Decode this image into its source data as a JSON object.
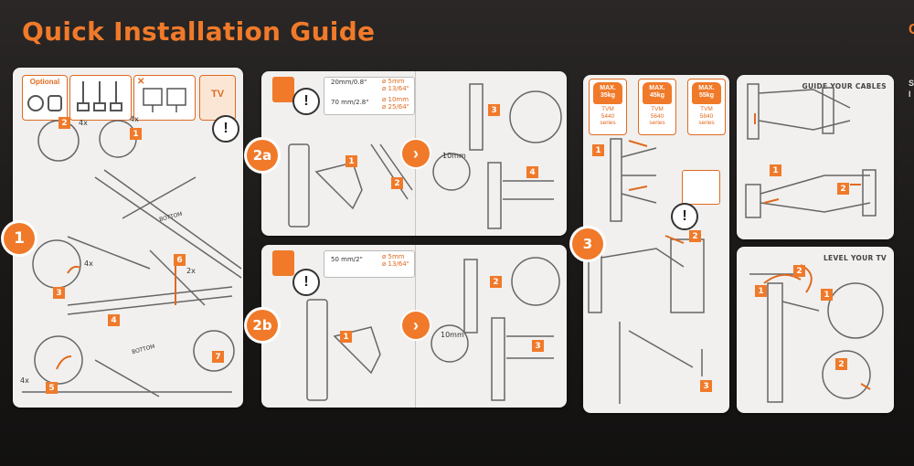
{
  "title": "Quick Installation Guide",
  "steps": {
    "s1": "1",
    "s2a": "2a",
    "s2b": "2b",
    "s3": "3"
  },
  "panel1": {
    "optional": "Optional",
    "tv": "TV",
    "sub_nums": [
      "1",
      "2",
      "3",
      "4",
      "5",
      "6",
      "7"
    ],
    "qty_4x_a": "4x",
    "qty_4x_b": "4x",
    "qty_4x_c": "4x",
    "qty_4x_d": "4x",
    "qty_2x": "2x",
    "bottom_a": "BOTTOM",
    "bottom_b": "BOTTOM"
  },
  "panel2a": {
    "drill_size_1": "20mm/0.8\"",
    "bit_1a": "ø 5mm",
    "bit_1b": "ø 13/64\"",
    "drill_size_2": "70 mm/2.8\"",
    "bit_2a": "ø 10mm",
    "bit_2b": "ø 25/64\"",
    "wrench": "10mm",
    "nums": [
      "1",
      "2",
      "3",
      "4"
    ]
  },
  "panel2b": {
    "drill_size": "50 mm/2\"",
    "bit_a": "ø 5mm",
    "bit_b": "ø 13/64\"",
    "wrench": "10mm",
    "nums": [
      "1",
      "2",
      "3"
    ]
  },
  "panel3": {
    "weights": [
      {
        "max": "MAX.",
        "kg": "35kg",
        "model": "TVM",
        "num": "5440",
        "series": "series"
      },
      {
        "max": "MAX.",
        "kg": "45kg",
        "model": "TVM",
        "num": "5640",
        "series": "series"
      },
      {
        "max": "MAX.",
        "kg": "55kg",
        "model": "TVM",
        "num": "5840",
        "series": "series"
      }
    ],
    "nums": [
      "1",
      "2",
      "3"
    ]
  },
  "panel4": {
    "caption": "GUIDE YOUR CABLES",
    "nums": [
      "1",
      "2"
    ]
  },
  "panel5": {
    "caption": "LEVEL YOUR TV",
    "nums": [
      "1",
      "2",
      "1",
      "2"
    ]
  },
  "edge_text": [
    "C",
    "S",
    "I"
  ],
  "colors": {
    "accent": "#f07a2a",
    "panel": "#f1f0ee",
    "background": "#1c1a19"
  }
}
